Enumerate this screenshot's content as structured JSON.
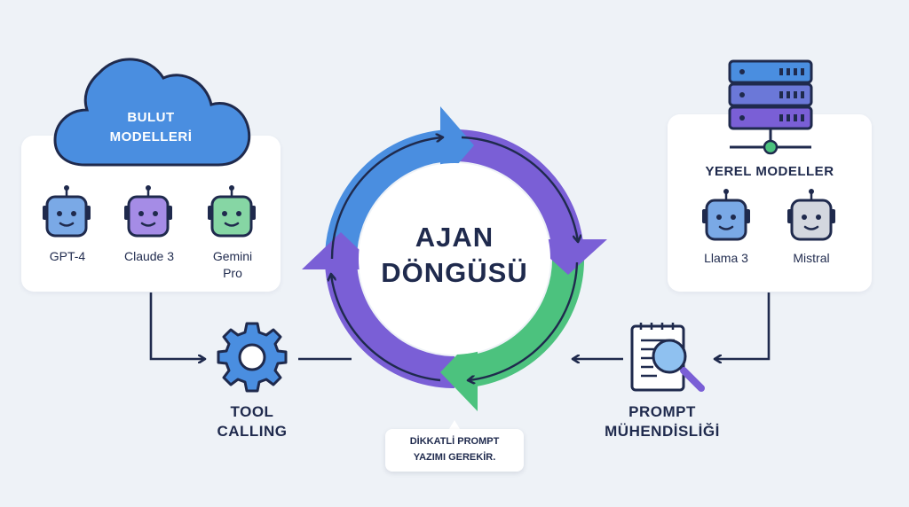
{
  "cloud": {
    "title_line1": "BULUT",
    "title_line2": "MODELLERİ",
    "models": [
      {
        "name": "GPT-4",
        "color": "#4a8ee0"
      },
      {
        "name": "Claude 3",
        "color": "#8b6bd9"
      },
      {
        "name_line1": "Gemini",
        "name_line2": "Pro",
        "color": "#5cc68a"
      }
    ]
  },
  "local": {
    "title": "YEREL MODELLER",
    "models": [
      {
        "name": "Llama 3",
        "color": "#4a8ee0"
      },
      {
        "name": "Mistral",
        "color": "#c8ccd6"
      }
    ]
  },
  "center": {
    "title_line1": "AJAN",
    "title_line2": "DÖNGÜSÜ"
  },
  "tool_calling": {
    "line1": "TOOL",
    "line2": "CALLING",
    "icon": "gear-icon"
  },
  "prompt_engineering": {
    "line1": "PROMPT",
    "line2": "MÜHENDİSLİĞİ",
    "icon": "document-search-icon"
  },
  "callout": {
    "line1": "DİKKATLİ PROMPT",
    "line2": "YAZIMI GEREKİR."
  },
  "colors": {
    "blue": "#4a8ee0",
    "purple": "#7a5fd6",
    "green": "#4cc27e",
    "navy": "#1f2a4d",
    "background": "#eef2f7"
  }
}
